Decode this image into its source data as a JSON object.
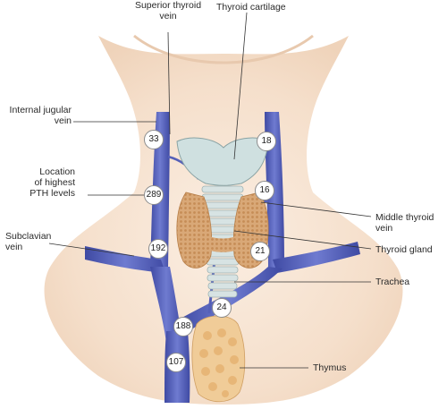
{
  "labels": {
    "superior_thyroid_vein": "Superior thyroid\nvein",
    "thyroid_cartilage": "Thyroid cartilage",
    "internal_jugular_vein": "Internal jugular\nvein",
    "location_highest_pth": "Location\nof highest\nPTH levels",
    "subclavian_vein": "Subclavian\nvein",
    "middle_thyroid_vein": "Middle thyroid\nvein",
    "thyroid_gland": "Thyroid gland",
    "trachea": "Trachea",
    "thymus": "Thymus"
  },
  "pth_values": {
    "right_internal_jugular_upper": "33",
    "left_internal_jugular_upper": "18",
    "right_internal_jugular_mid": "289",
    "left_internal_jugular_mid": "16",
    "right_subclavian": "192",
    "left_subclavian": "21",
    "left_brachiocephalic": "24",
    "right_brachiocephalic": "188",
    "superior_vena_cava": "107"
  },
  "colors": {
    "skin": "#f6e4d3",
    "vein": "#5560b8",
    "thyroid": "#d9a877",
    "cartilage": "#cfe0e0",
    "thymus": "#f0cc98"
  }
}
